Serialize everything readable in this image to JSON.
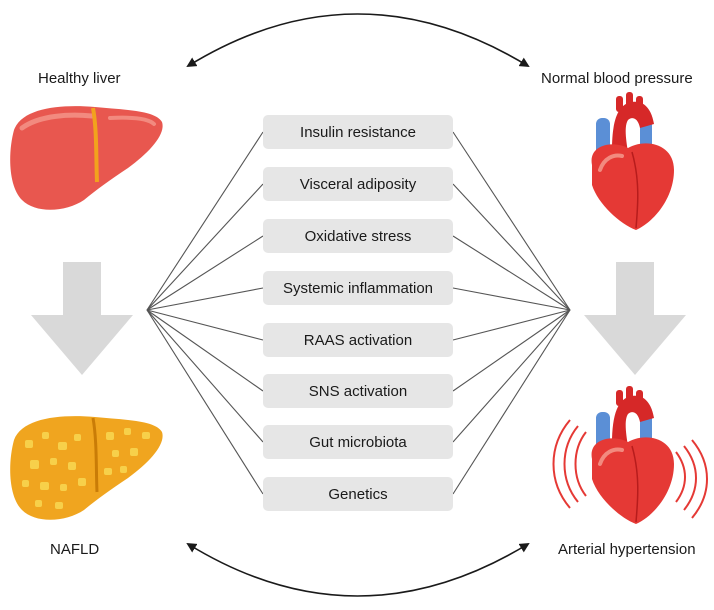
{
  "labels": {
    "healthy_liver": "Healthy liver",
    "normal_bp": "Normal blood pressure",
    "nafld": "NAFLD",
    "hypertension": "Arterial hypertension"
  },
  "factors": [
    "Insulin resistance",
    "Visceral adiposity",
    "Oxidative stress",
    "Systemic inflammation",
    "RAAS activation",
    "SNS activation",
    "Gut microbiota",
    "Genetics"
  ],
  "colors": {
    "healthy_liver": "#e8574f",
    "fatty_liver": "#f0a51f",
    "heart_red": "#e53935",
    "aorta_red": "#d62828",
    "vessel_blue": "#5b8fd6",
    "arrow_gray": "#d9d9d9",
    "factor_box": "#e6e6e6",
    "line": "#555555"
  }
}
